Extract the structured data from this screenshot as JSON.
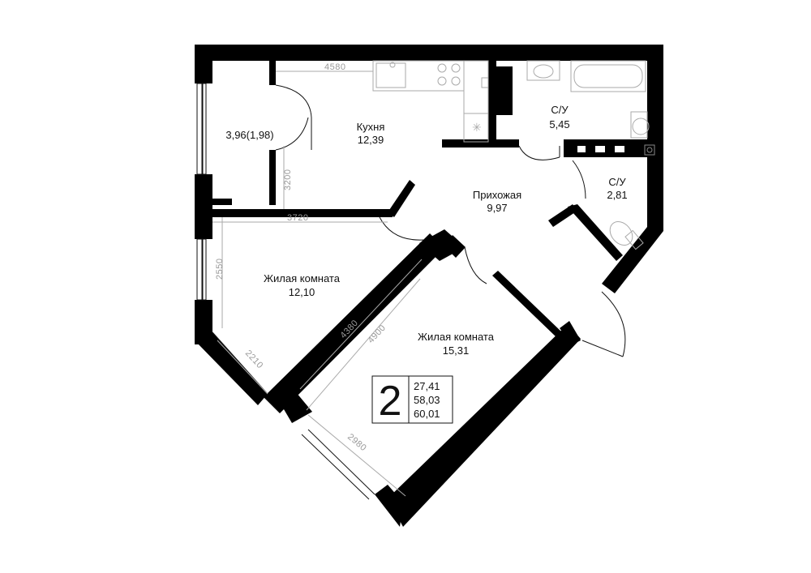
{
  "rooms": {
    "storage": {
      "area": "3,96(1,98)"
    },
    "kitchen": {
      "name": "Кухня",
      "area": "12,39"
    },
    "bathroom": {
      "name": "С/У",
      "area": "5,45"
    },
    "toilet": {
      "name": "С/У",
      "area": "2,81"
    },
    "hallway": {
      "name": "Прихожая",
      "area": "9,97"
    },
    "living1": {
      "name": "Жилая комната",
      "area": "12,10"
    },
    "living2": {
      "name": "Жилая комната",
      "area": "15,31"
    }
  },
  "dimensions": {
    "kitchen_width": "4580",
    "kitchen_depth": "3200",
    "living1_width": "3720",
    "living1_depth": "2550",
    "living1_diag": "4380",
    "living1_window": "2210",
    "living2_diag": "4900",
    "living2_window": "2980"
  },
  "badge": {
    "rooms": "2",
    "living_area": "27,41",
    "total_area": "58,03",
    "area_with_balcony": "60,01"
  }
}
